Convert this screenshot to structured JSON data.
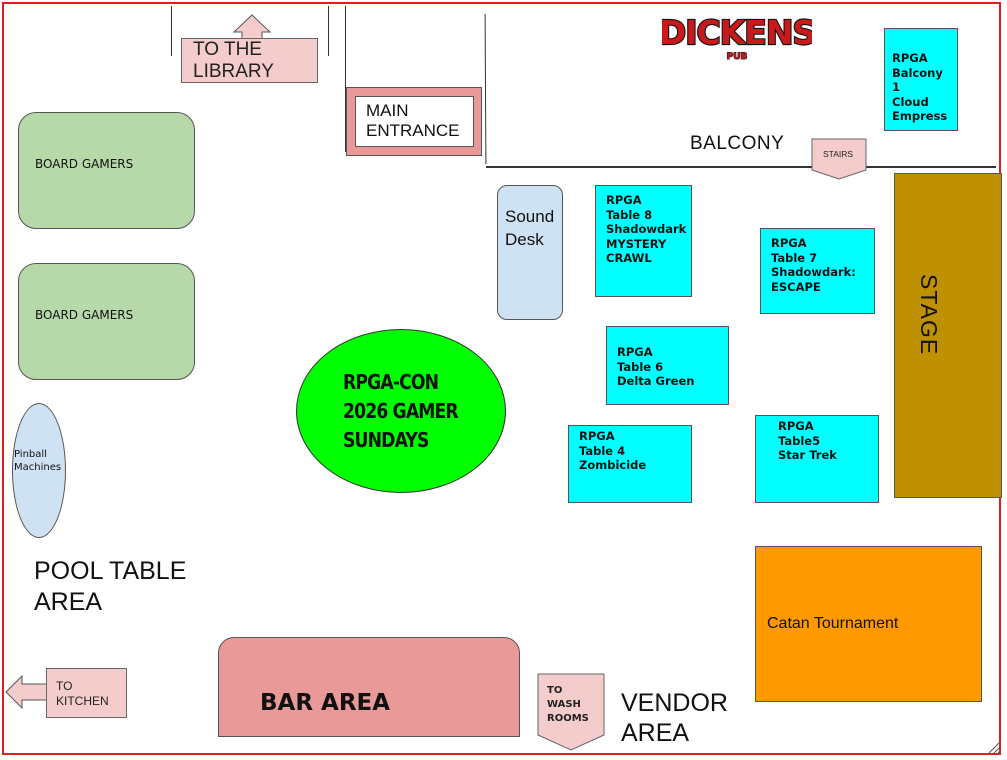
{
  "brand": {
    "logo_text": "DICKENS",
    "logo_sub": "PUB",
    "colors": {
      "logo_fill": "#c81a1a",
      "logo_outline": "#111111"
    }
  },
  "signs": {
    "library": "TO THE\nLIBRARY",
    "main_entrance": "MAIN\nENTRANCE",
    "stairs": "STAIRS",
    "kitchen": "TO\nKITCHEN",
    "washrooms": "TO\nWASH\nROOMS"
  },
  "areas": {
    "balcony": "BALCONY",
    "stage": "STAGE",
    "pool_table": "POOL TABLE\nAREA",
    "vendor": "VENDOR\nAREA",
    "bar": "BAR AREA",
    "sound_desk": "Sound\nDesk",
    "pinball": "Pinball\nMachines",
    "catan": "Catan Tournament"
  },
  "board_gamers": [
    "BOARD GAMERS",
    "BOARD GAMERS"
  ],
  "center_title": "RPGA-CON\n2026 GAMER\nSUNDAYS",
  "tables": {
    "balcony1": "RPGA\nBalcony 1\nCloud\nEmpress",
    "table8": "RPGA\nTable 8\nShadowdark\nMYSTERY\nCRAWL",
    "table7": "RPGA\nTable 7\nShadowdark:\nESCAPE",
    "table6": "RPGA\nTable 6\nDelta Green",
    "table4": "RPGA\nTable 4\nZombicide",
    "table5": "RPGA\nTable5\nStar Trek"
  },
  "colors": {
    "frame": "#e0201e",
    "table": "#00ffff",
    "board_gamers": "#b7d8a8",
    "sign": "#f4cccc",
    "bar": "#ea9999",
    "stage": "#bf9000",
    "catan": "#ff9900",
    "center": "#00ff00",
    "sound_desk": "#cfe2f3"
  }
}
